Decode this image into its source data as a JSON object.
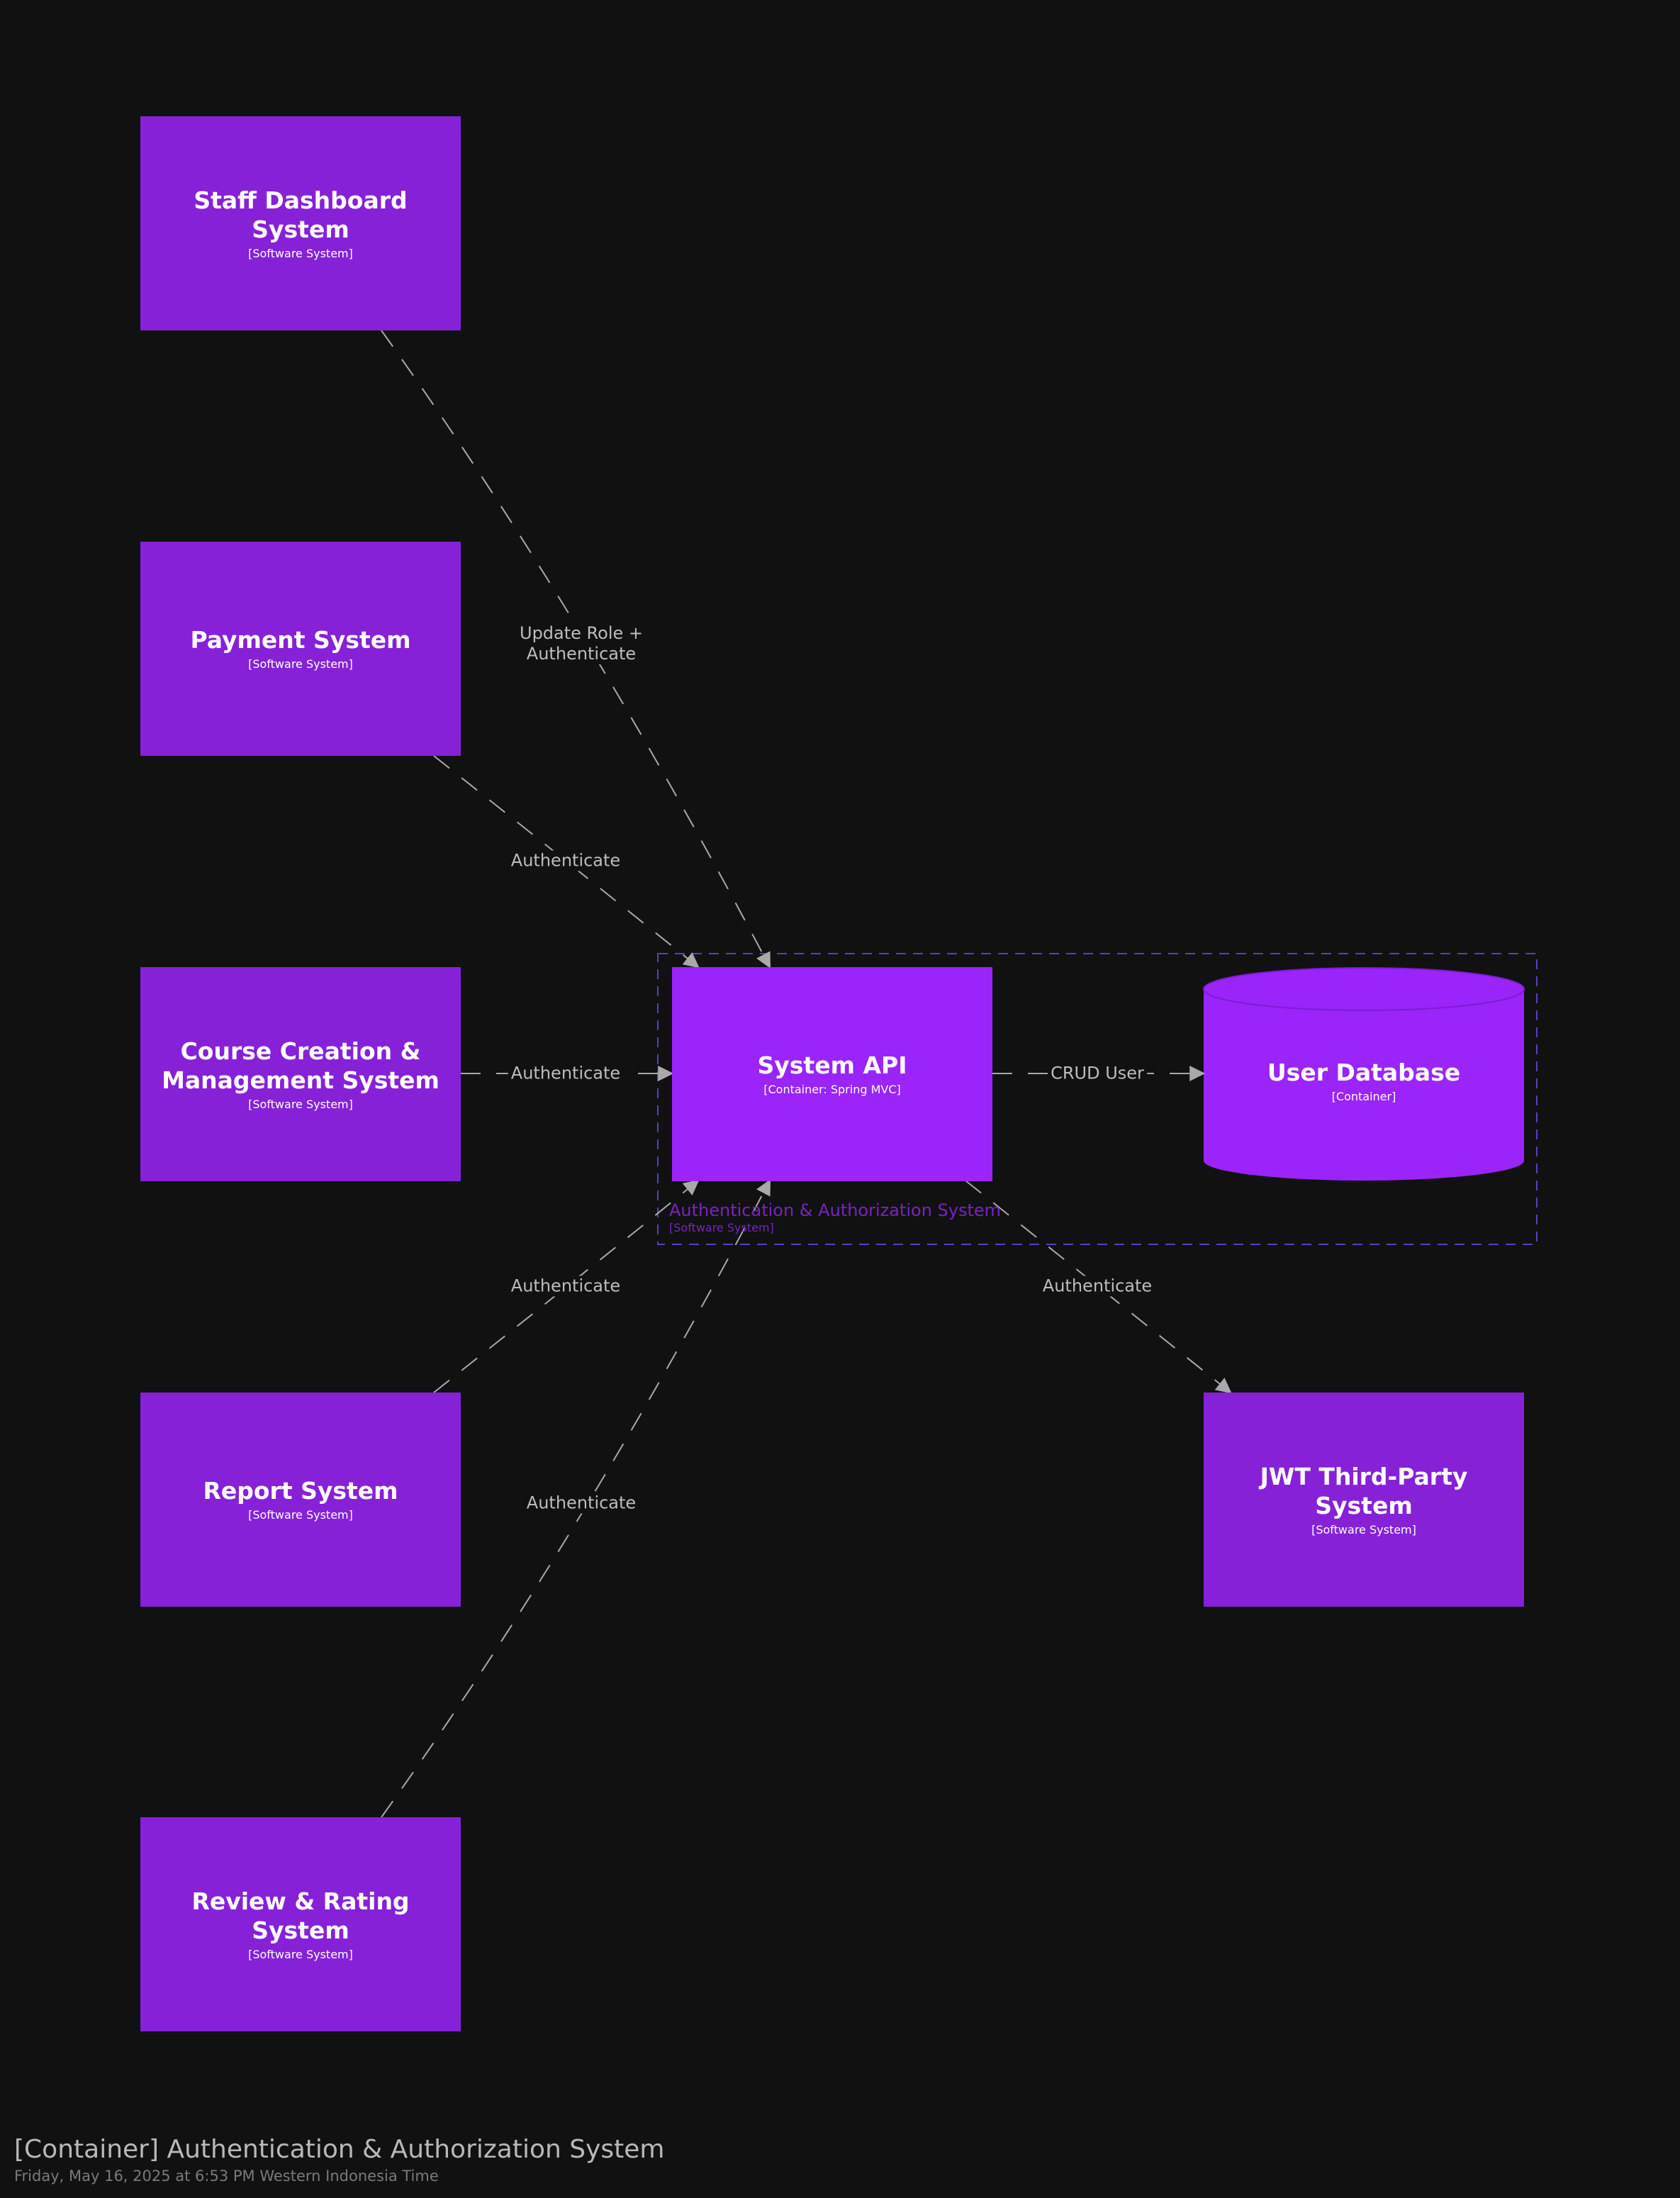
{
  "colors": {
    "background": "#111111",
    "software_system": "#8621d8",
    "container": "#9a24fa",
    "boundary": "#5a3fc0",
    "edge": "#a9a9a9",
    "edge_label": "#bdbdbd"
  },
  "nodes": {
    "staff_dashboard": {
      "name": "Staff Dashboard System",
      "tech": "[Software System]"
    },
    "payment": {
      "name": "Payment System",
      "tech": "[Software System]"
    },
    "course_creation": {
      "name": "Course Creation & Management System",
      "tech": "[Software System]"
    },
    "report": {
      "name": "Report System",
      "tech": "[Software System]"
    },
    "review_rating": {
      "name": "Review & Rating System",
      "tech": "[Software System]"
    },
    "system_api": {
      "name": "System API",
      "tech": "[Container: Spring MVC]"
    },
    "user_database": {
      "name": "User Database",
      "tech": "[Container]"
    },
    "jwt": {
      "name": "JWT Third-Party System",
      "tech": "[Software System]"
    }
  },
  "boundary": {
    "name": "Authentication & Authorization System",
    "tech": "[Software System]"
  },
  "edges": {
    "staff_to_api": "Update Role +\nAuthenticate",
    "payment_to_api": "Authenticate",
    "course_to_api": "Authenticate",
    "report_to_api": "Authenticate",
    "review_to_api": "Authenticate",
    "api_to_db": "CRUD User",
    "api_to_jwt": "Authenticate"
  },
  "footer": {
    "title": "[Container] Authentication & Authorization System",
    "date": "Friday, May 16, 2025 at 6:53 PM Western Indonesia Time"
  }
}
